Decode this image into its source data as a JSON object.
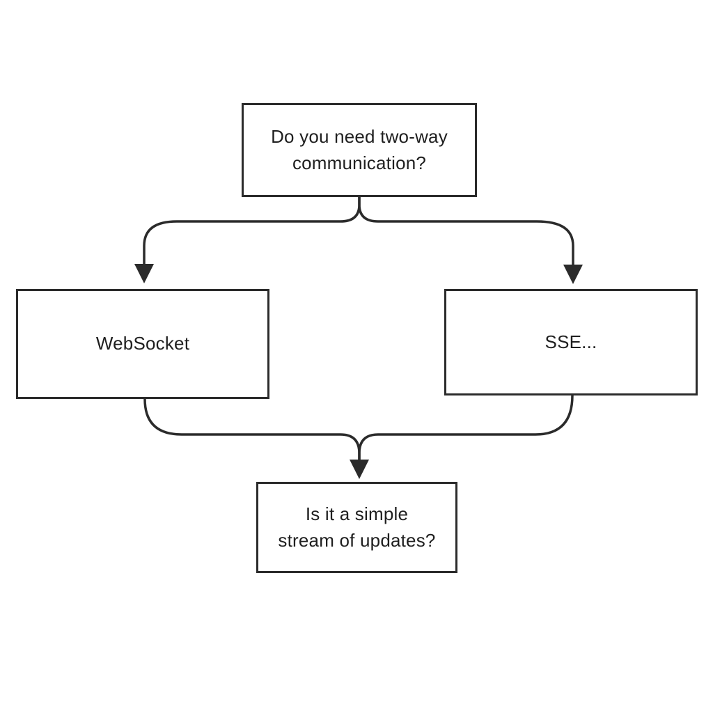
{
  "diagram": {
    "type": "flowchart",
    "title": "Two-way communication decision flowchart",
    "nodes": [
      {
        "id": "question1",
        "label": "Do you need two-way communication?"
      },
      {
        "id": "websocket",
        "label": "WebSocket"
      },
      {
        "id": "sse",
        "label": "SSE..."
      },
      {
        "id": "question2",
        "label": "Is it a simple stream of updates?"
      }
    ],
    "edges": [
      {
        "from": "question1",
        "to": "websocket"
      },
      {
        "from": "question1",
        "to": "sse"
      },
      {
        "from": "websocket",
        "to": "question2"
      },
      {
        "from": "sse",
        "to": "question2"
      }
    ]
  },
  "colors": {
    "background": "#ffffff",
    "node_fill": "#ffffff",
    "node_border": "#2b2b2b",
    "edge_stroke": "#2b2b2b",
    "text": "#1f1f1f"
  }
}
